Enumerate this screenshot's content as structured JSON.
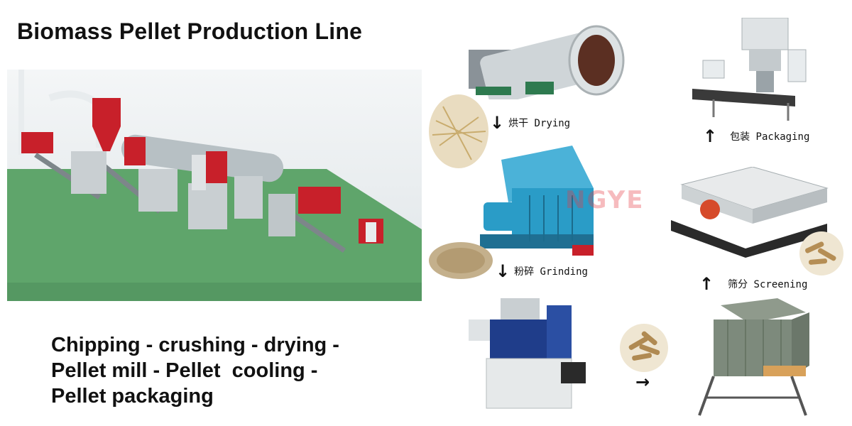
{
  "title": "Biomass Pellet Production Line",
  "description": [
    "Chipping - crushing - drying -",
    "Pellet mill - Pellet  cooling -",
    "Pellet packaging"
  ],
  "steps": {
    "drying": {
      "arrow": "↓",
      "label": "烘干 Drying"
    },
    "grinding": {
      "arrow": "↓",
      "label": "粉碎 Grinding"
    },
    "packaging": {
      "arrow": "↑",
      "label": "包装 Packaging"
    },
    "screening": {
      "arrow": "↑",
      "label": "筛分 Screening"
    },
    "cooling": {
      "arrow": "→"
    }
  },
  "watermark": "NGYE",
  "colors": {
    "floor": "#5fa56b",
    "machine_red": "#c8202a",
    "machine_blue": "#2a9cc7",
    "steel": "#9aa3a8"
  }
}
